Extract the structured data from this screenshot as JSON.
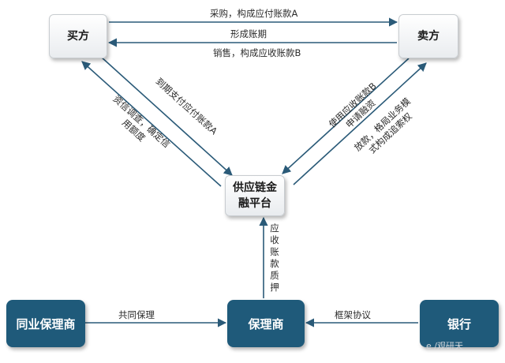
{
  "nodes": {
    "buyer": "买方",
    "seller": "卖方",
    "platform": "供应链金融平台",
    "peer_factor": "同业保理商",
    "factor": "保理商",
    "bank": "银行"
  },
  "edges": {
    "purchase": "采购，构成应付账款A",
    "payment_term": "形成账期",
    "sale": "销售，构成应收账款B",
    "pay_due": "到期支付应付账款A",
    "credit_check": "资信调查，确定信用额度",
    "apply_financing": "使用应收账款B申请融资",
    "loan": "放款，格局业务模式构成追索权",
    "pledge": "应收账款质押",
    "co_factoring": "共同保理",
    "framework": "框架协议"
  },
  "watermark": "e /观研天"
}
